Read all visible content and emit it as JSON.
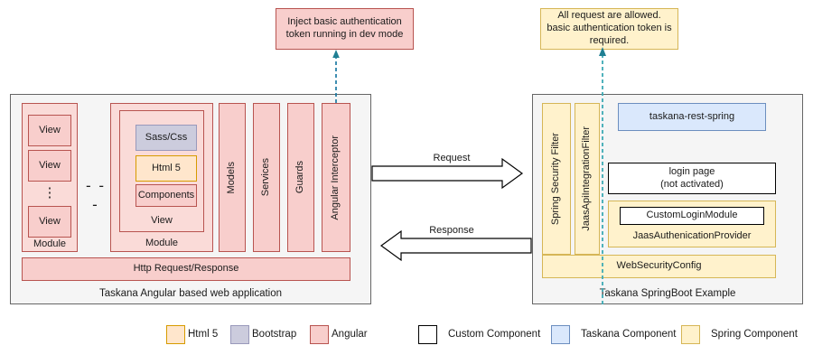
{
  "notes": {
    "client_note": "Inject basic authentication token running in dev mode",
    "server_note": "All request are allowed. basic authentication token is required."
  },
  "client_panel": {
    "caption": "Taskana Angular based web application",
    "module_left": {
      "label": "Module",
      "views": [
        "View",
        "View",
        "View"
      ],
      "ellipsis_vertical": "⋮"
    },
    "modules_gap_ellipsis": "- - -",
    "module_right": {
      "label": "Module",
      "view_label": "View",
      "items": [
        {
          "label": "Sass/Css",
          "kind": "bootstrap"
        },
        {
          "label": "Html 5",
          "kind": "html5"
        },
        {
          "label": "Components",
          "kind": "angular"
        }
      ]
    },
    "columns": [
      "Models",
      "Services",
      "Guards",
      "Angular Interceptor"
    ],
    "http_bar": "Http Request/Response"
  },
  "arrows": {
    "request": "Request",
    "response": "Response"
  },
  "server_panel": {
    "caption": "Taskana SpringBoot Example",
    "filters": [
      "Spring Security Filter",
      "JaasApiIntegrationFilter"
    ],
    "rest_spring": "taskana-rest-spring",
    "login_page": "login page\n(not activated)",
    "login_page_line1": "login page",
    "login_page_line2": "(not activated)",
    "auth_provider": {
      "inner": "CustomLoginModule",
      "label": "JaasAuthenicationProvider"
    },
    "web_security_config": "WebSecurityConfig"
  },
  "legend": {
    "left_items": [
      {
        "label": "Html 5",
        "kind": "html5"
      },
      {
        "label": "Bootstrap",
        "kind": "bootstrap"
      },
      {
        "label": "Angular",
        "kind": "angular"
      }
    ],
    "right_items": [
      {
        "label": "Custom Component",
        "kind": "custom"
      },
      {
        "label": "Taskana Component",
        "kind": "taskana"
      },
      {
        "label": "Spring Component",
        "kind": "spring"
      }
    ]
  },
  "colors": {
    "angular": "#f8cecc",
    "angular_border": "#b85450",
    "html5": "#ffe6cc",
    "html5_border": "#d79b00",
    "bootstrap": "#ccccdd",
    "bootstrap_border": "#9999bb",
    "spring": "#fff2cc",
    "spring_border": "#d6b656",
    "taskana": "#dae8fc",
    "taskana_border": "#6c8ebf",
    "panel": "#f5f5f5",
    "panel_border": "#666666",
    "dashed": "#10739e",
    "arrow_stroke": "#000000"
  }
}
